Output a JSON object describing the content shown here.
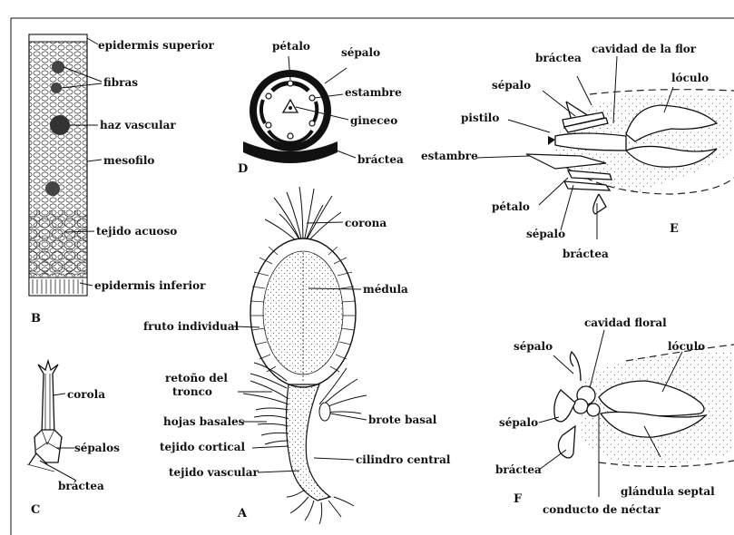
{
  "panels": {
    "a": "A",
    "b": "B",
    "c": "C",
    "d": "D",
    "e": "E",
    "f": "F"
  },
  "panel_b": {
    "epidermis_superior": "epidermis superior",
    "fibras": "fibras",
    "haz_vascular": "haz vascular",
    "mesofilo": "mesofilo",
    "tejido_acuoso": "tejido acuoso",
    "epidermis_inferior": "epidermis inferior"
  },
  "panel_c": {
    "corola": "corola",
    "sepalos": "sépalos",
    "bractea": "bráctea"
  },
  "panel_d": {
    "petalo": "pétalo",
    "sepalo": "sépalo",
    "estambre": "estambre",
    "gineceo": "gineceo",
    "bractea": "bráctea"
  },
  "panel_a": {
    "corona": "corona",
    "medula": "médula",
    "fruto_individual": "fruto individual",
    "retono_line1": "retoño del",
    "retono_line2": "tronco",
    "hojas_basales": "hojas basales",
    "brote_basal": "brote basal",
    "tejido_cortical": "tejido cortical",
    "cilindro_central": "cilindro central",
    "tejido_vascular": "tejido vascular"
  },
  "panel_e": {
    "bractea_top": "bráctea",
    "cavidad_flor": "cavidad de la flor",
    "loculo": "lóculo",
    "sepalo_top": "sépalo",
    "pistilo": "pistilo",
    "estambre": "estambre",
    "petalo": "pétalo",
    "sepalo_bottom": "sépalo",
    "bractea_bottom": "bráctea"
  },
  "panel_f": {
    "cavidad_floral": "cavidad floral",
    "sepalo_top": "sépalo",
    "loculo": "lóculo",
    "sepalo_mid": "sépalo",
    "bractea": "bráctea",
    "glandula_septal": "glándula septal",
    "conducto_nectar": "conducto de néctar"
  },
  "colors": {
    "ink": "#111111",
    "paper": "#ffffff"
  }
}
